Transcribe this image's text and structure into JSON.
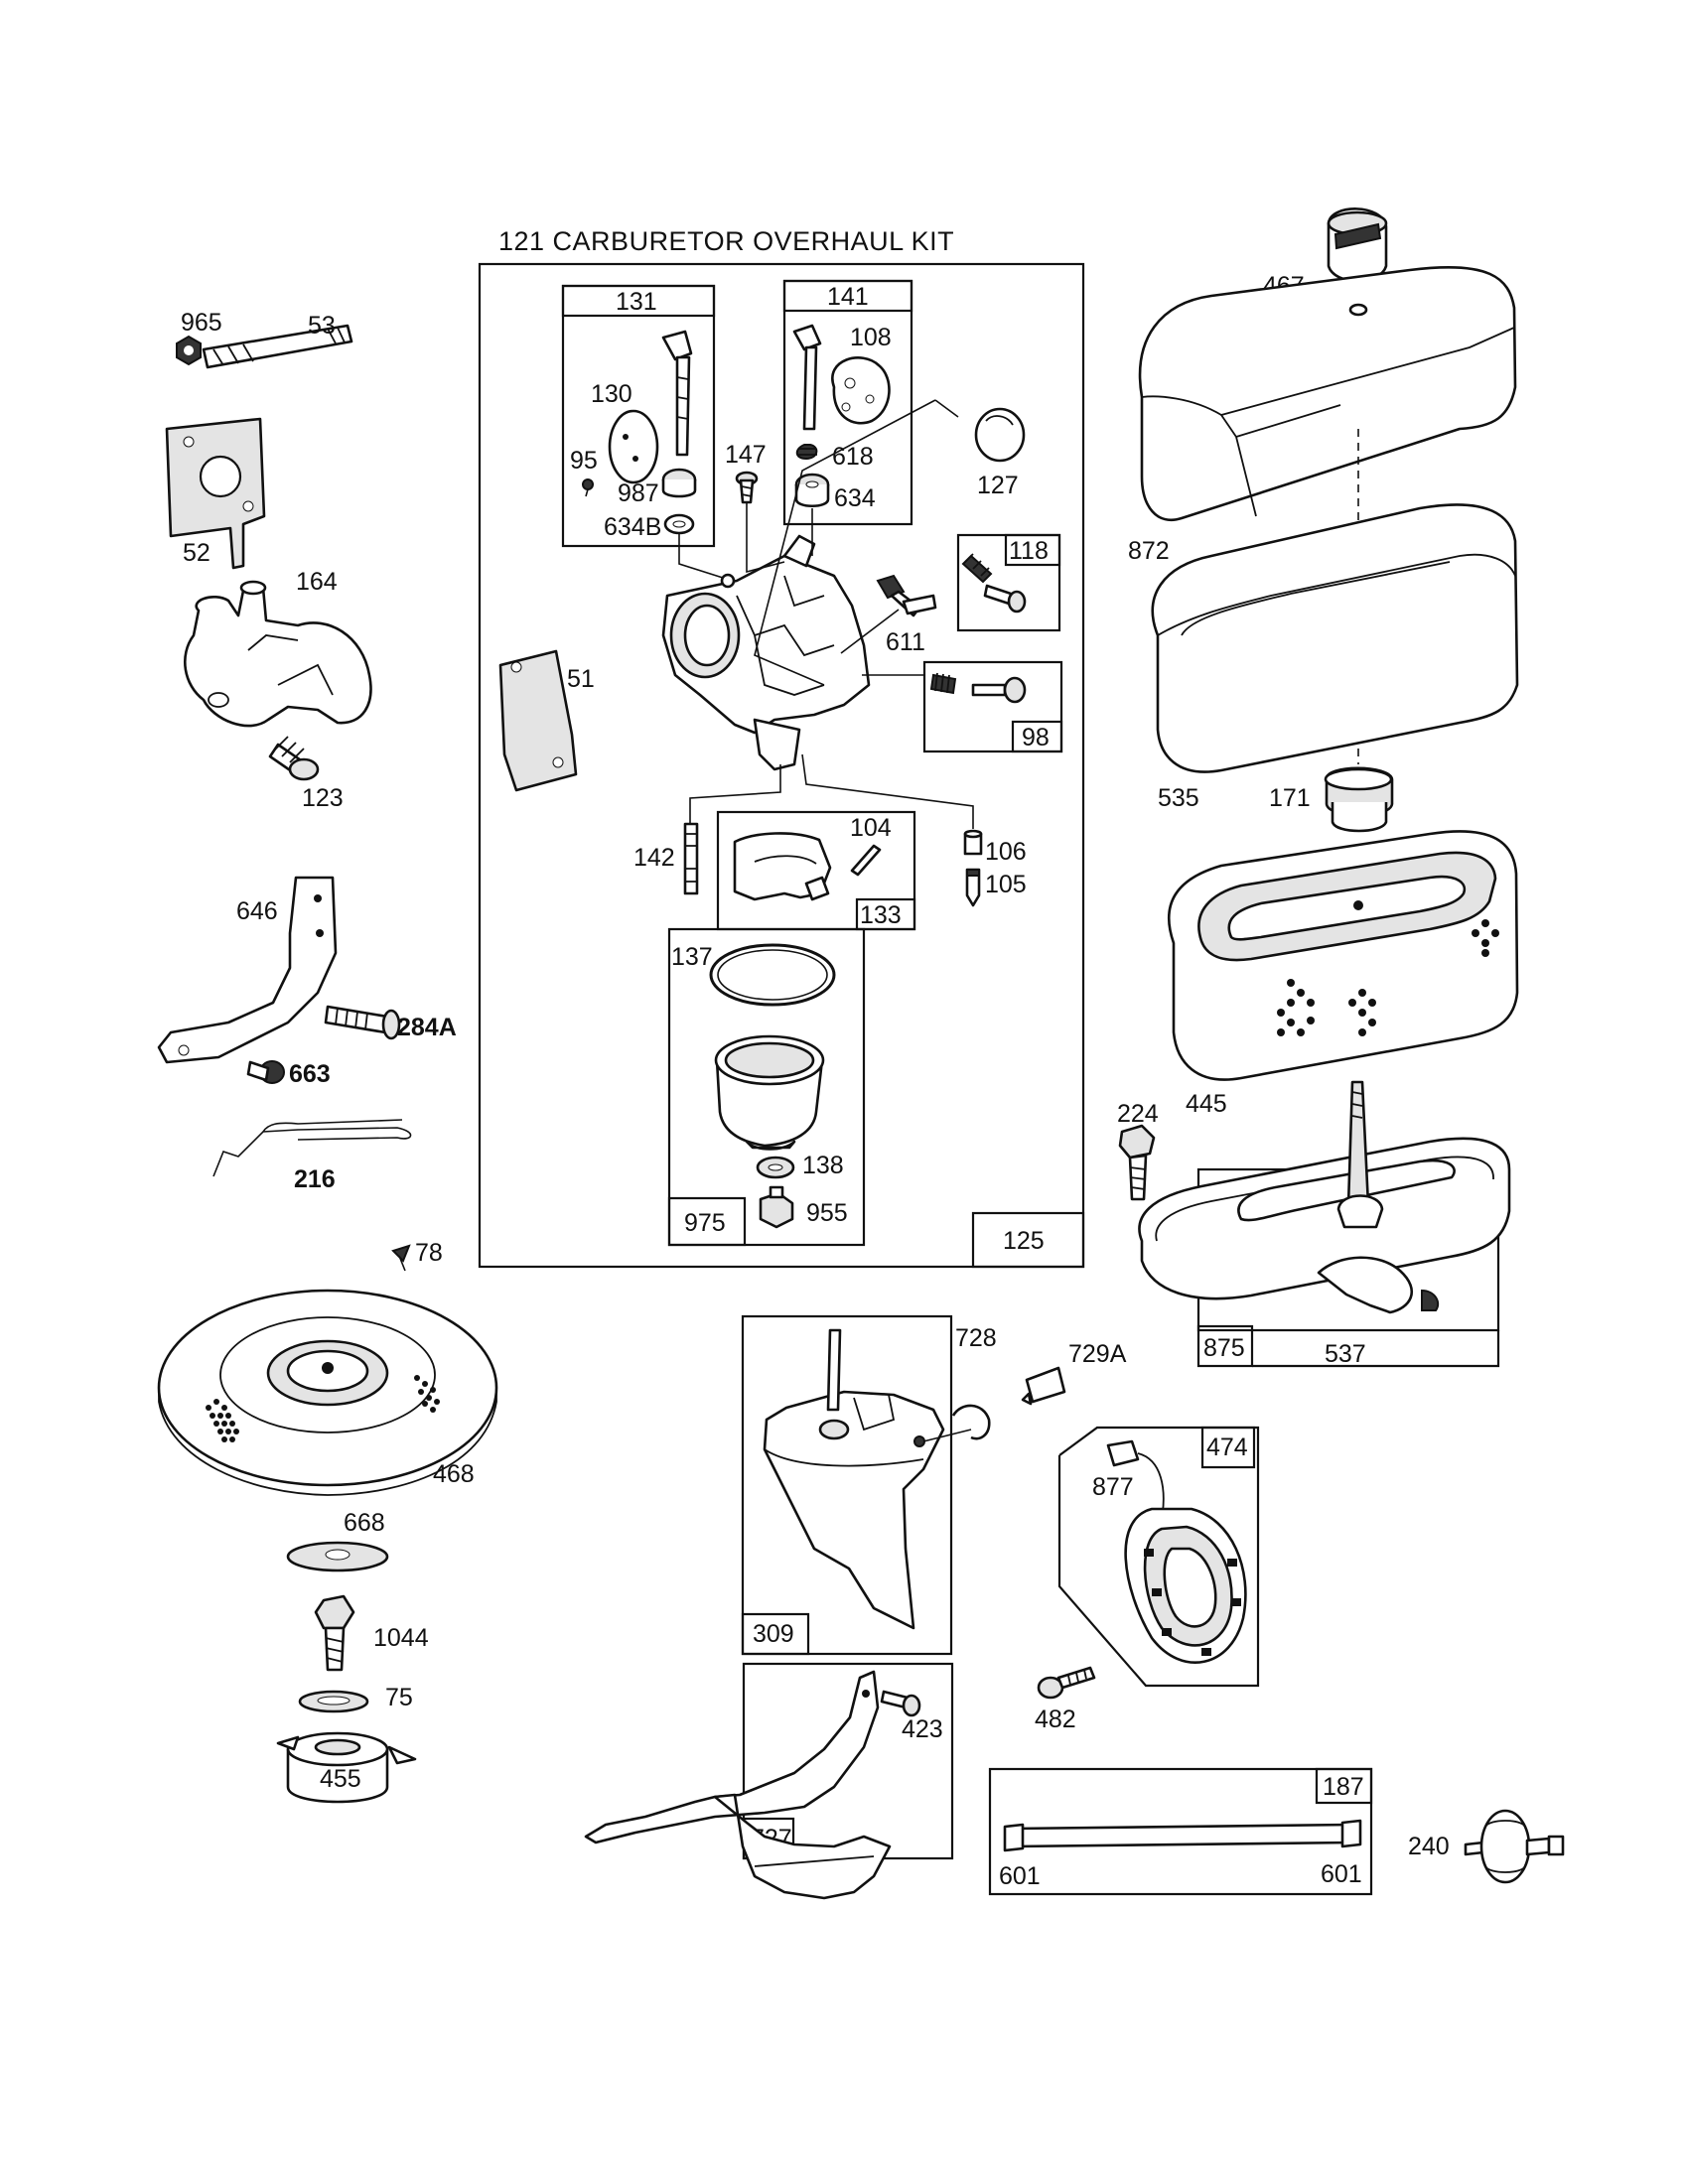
{
  "diagram": {
    "kit_title": "121 CARBURETOR OVERHAUL KIT",
    "labels": {
      "p965": "965",
      "p53": "53",
      "p52": "52",
      "p164": "164",
      "p123": "123",
      "p646": "646",
      "p284A": "284A",
      "p663": "663",
      "p216": "216",
      "p78": "78",
      "p468": "468",
      "p668": "668",
      "p1044": "1044",
      "p75": "75",
      "p455": "455",
      "p131": "131",
      "p130": "130",
      "p95": "95",
      "p987": "987",
      "p634B": "634B",
      "p141": "141",
      "p108": "108",
      "p618": "618",
      "p634": "634",
      "p147": "147",
      "p127": "127",
      "p118": "118",
      "p611": "611",
      "p51": "51",
      "p98": "98",
      "p142": "142",
      "p104": "104",
      "p133": "133",
      "p106": "106",
      "p105": "105",
      "p137": "137",
      "p138": "138",
      "p975": "975",
      "p955": "955",
      "p125": "125",
      "p467": "467",
      "p872": "872",
      "p535": "535",
      "p171": "171",
      "p445": "445",
      "p224": "224",
      "p875": "875",
      "p537": "537",
      "p728": "728",
      "p729A": "729A",
      "p309": "309",
      "p474": "474",
      "p877": "877",
      "p482": "482",
      "p423": "423",
      "p727": "727",
      "p187": "187",
      "p601a": "601",
      "p601b": "601",
      "p240": "240"
    }
  }
}
